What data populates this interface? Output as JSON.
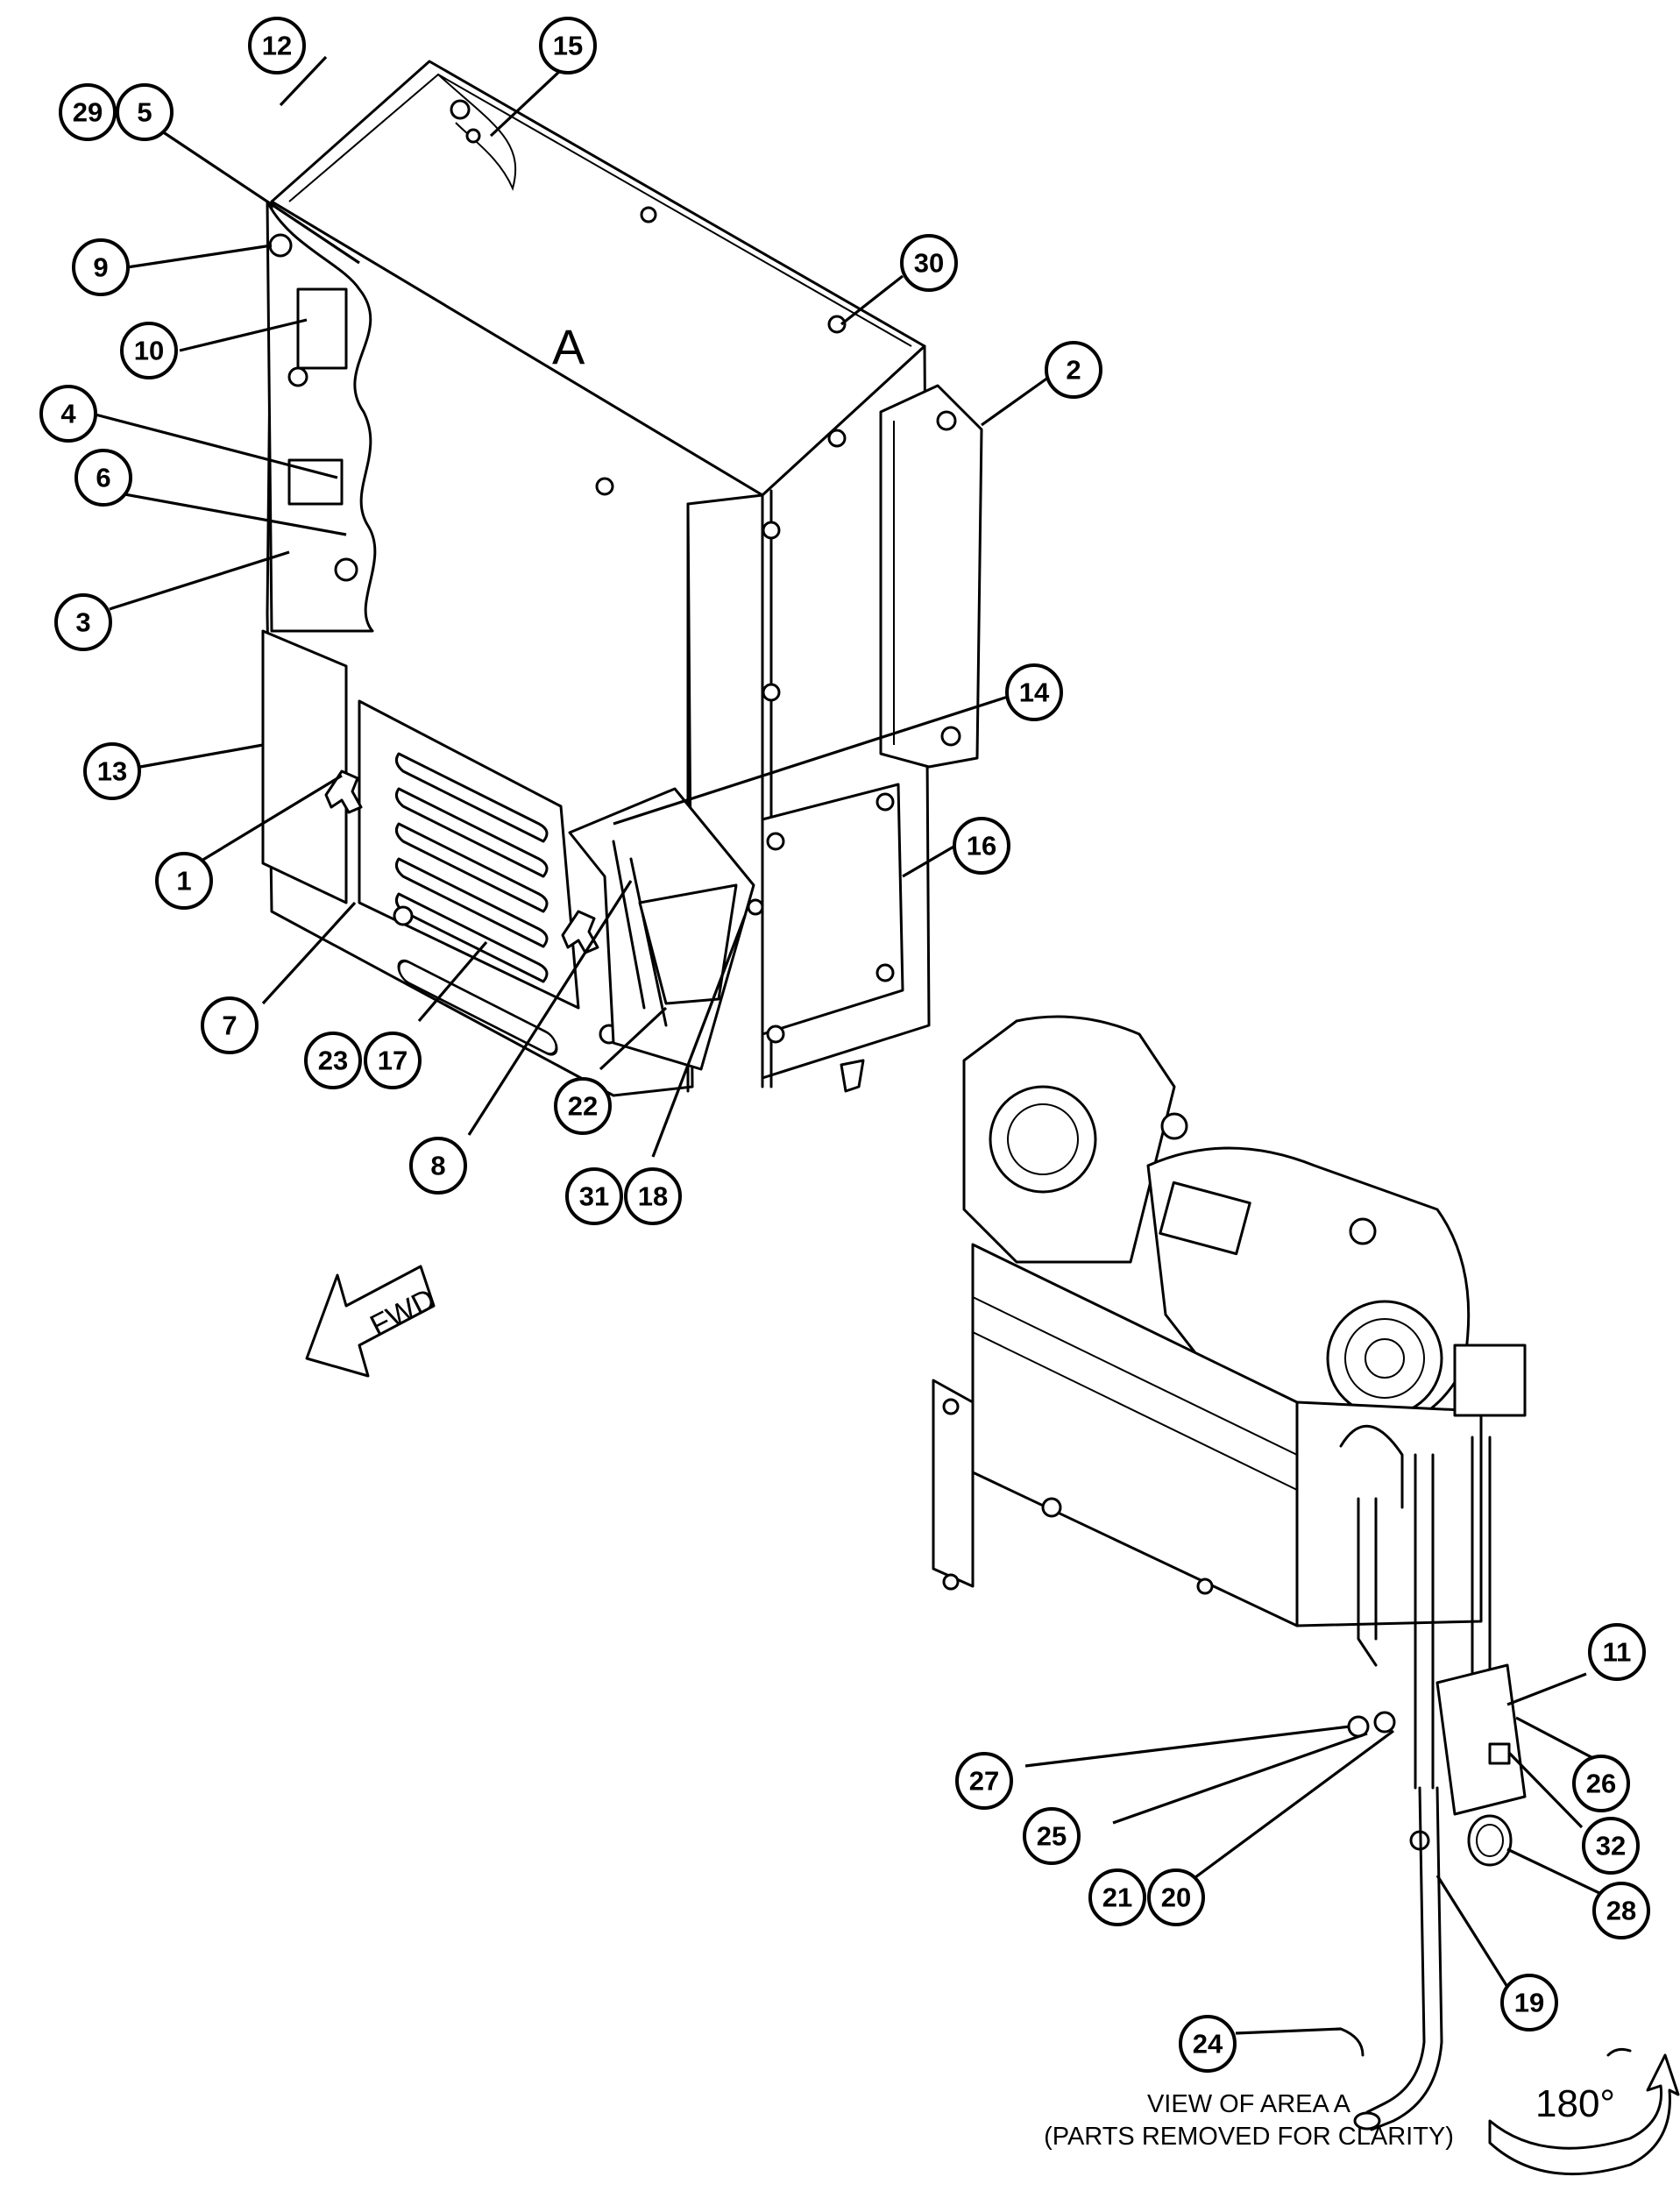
{
  "drawing": {
    "area_label": "A",
    "view_caption_line1": "VIEW OF AREA A",
    "view_caption_line2": "(PARTS REMOVED FOR CLARITY)",
    "rotation_label": "180°",
    "fwd_label": "FWD"
  },
  "callouts": {
    "c1": "1",
    "c2": "2",
    "c3": "3",
    "c4": "4",
    "c5": "5",
    "c6": "6",
    "c7": "7",
    "c8": "8",
    "c9": "9",
    "c10": "10",
    "c11": "11",
    "c12": "12",
    "c13": "13",
    "c14": "14",
    "c15": "15",
    "c16": "16",
    "c17": "17",
    "c18": "18",
    "c19": "19",
    "c20": "20",
    "c21": "21",
    "c22": "22",
    "c23": "23",
    "c24": "24",
    "c25": "25",
    "c26": "26",
    "c27": "27",
    "c28": "28",
    "c29": "29",
    "c30": "30",
    "c31": "31",
    "c32": "32"
  }
}
